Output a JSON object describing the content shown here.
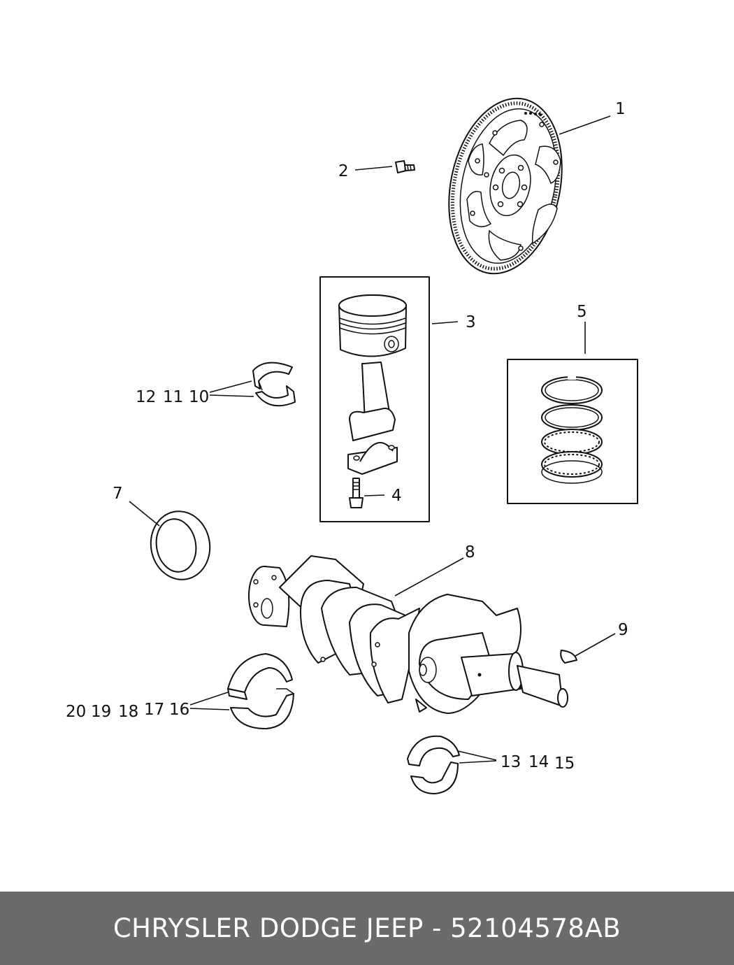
{
  "footer": {
    "title": "CHRYSLER DODGE JEEP - 52104578AB"
  },
  "callouts": {
    "c1": "1",
    "c2": "2",
    "c3": "3",
    "c4": "4",
    "c5": "5",
    "c7": "7",
    "c8": "8",
    "c9": "9",
    "c10": "10",
    "c11": "11",
    "c12": "12",
    "c13": "13",
    "c14": "14",
    "c15": "15",
    "c16": "16",
    "c17": "17",
    "c18": "18",
    "c19": "19",
    "c20": "20"
  }
}
